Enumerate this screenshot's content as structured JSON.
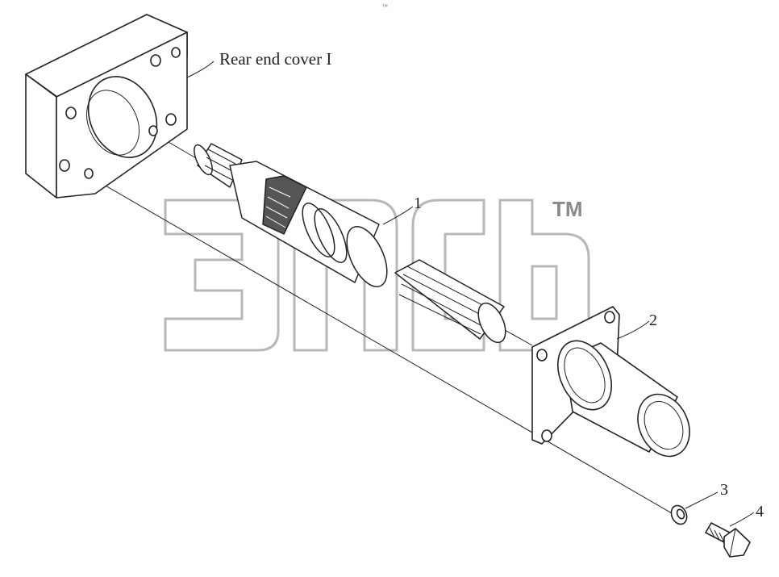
{
  "diagram": {
    "top_mark": "™",
    "labels": {
      "rear_end_cover": "Rear end cover I",
      "part_1": "1",
      "part_2": "2",
      "part_3": "3",
      "part_4": "4"
    },
    "watermark": {
      "tm": "TM"
    }
  },
  "colors": {
    "line": "#222222",
    "watermark": "#b8b8b8",
    "background": "#ffffff"
  }
}
